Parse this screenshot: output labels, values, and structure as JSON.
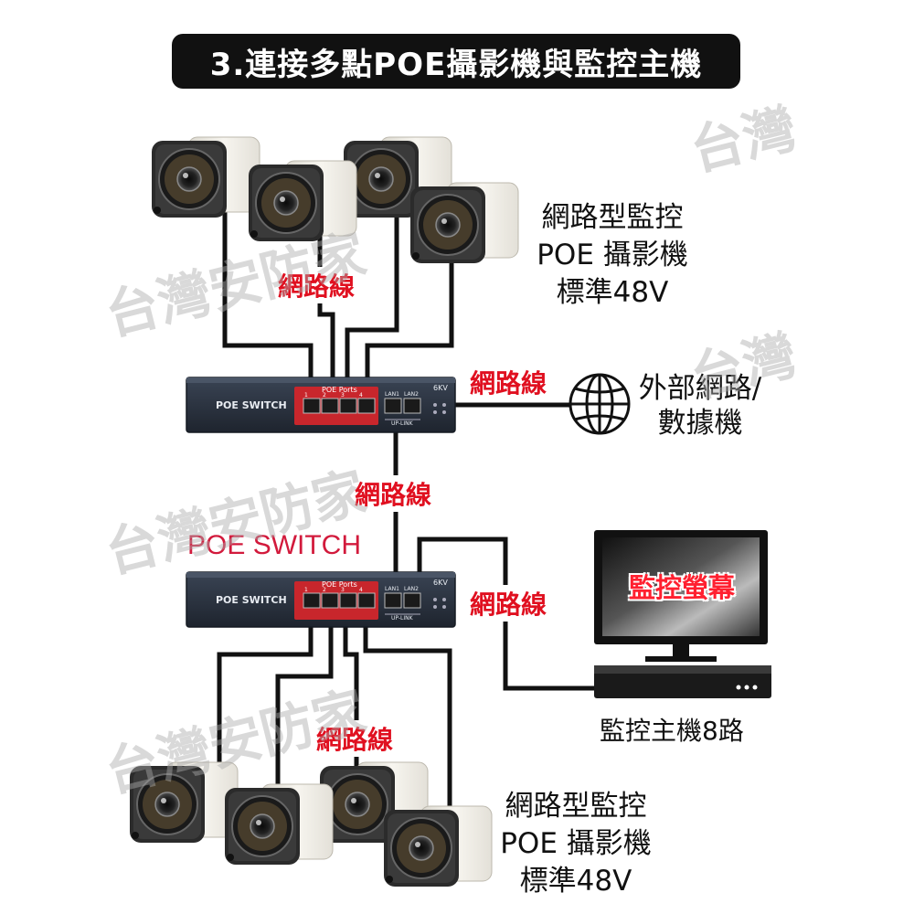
{
  "title": "3.連接多點POE攝影機與監控主機",
  "cable_label": "網路線",
  "camera_label": {
    "line1": "網路型監控",
    "line2": "POE 攝影機",
    "line3": "標準48V"
  },
  "network_label": {
    "line1": "外部網路/",
    "line2": "數據機"
  },
  "switch_caption": "POE SWITCH",
  "switch": {
    "brand": "POE SWITCH",
    "ports_label": "POE Ports",
    "uplink_label": "UP-LINK",
    "port_numbers": [
      "1",
      "2",
      "3",
      "4"
    ],
    "lan1": "LAN1",
    "lan2": "LAN2",
    "badge": "6KV"
  },
  "monitor_label": "監控螢幕",
  "dvr_label": "監控主機8路",
  "watermark": "台灣安防家",
  "watermark_partial": "台灣",
  "colors": {
    "title_bg": "#111111",
    "cable_text": "#e01020",
    "switch_caption": "#d21a3c",
    "switch_body": "#2a3240",
    "poe_panel": "#c8262c",
    "cable": "#111111",
    "camera_body": "#f2f0ea",
    "camera_face": "#2a2a2a"
  },
  "icons": [
    "globe-icon",
    "camera-icon",
    "monitor-icon",
    "dvr-icon",
    "poe-switch-icon"
  ]
}
